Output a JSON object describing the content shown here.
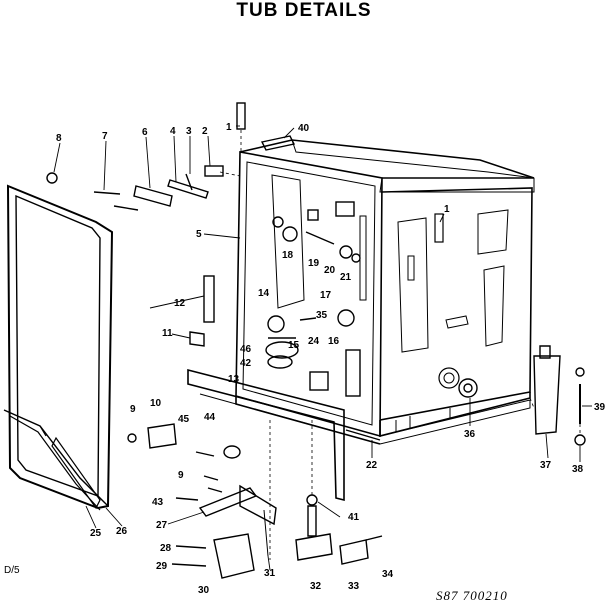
{
  "title": "TUB DETAILS",
  "note_left": "D/5",
  "drawing_code": "S87 700210",
  "colors": {
    "ink": "#000000",
    "paper": "#ffffff"
  },
  "callouts": [
    "1",
    "2",
    "3",
    "4",
    "5",
    "6",
    "7",
    "8",
    "9",
    "10",
    "11",
    "12",
    "13",
    "14",
    "15",
    "16",
    "17",
    "18",
    "19",
    "20",
    "21",
    "22",
    "24",
    "25",
    "26",
    "27",
    "28",
    "29",
    "30",
    "31",
    "32",
    "33",
    "34",
    "35",
    "36",
    "37",
    "38",
    "39",
    "40",
    "41",
    "42",
    "43",
    "44",
    "45",
    "46"
  ]
}
